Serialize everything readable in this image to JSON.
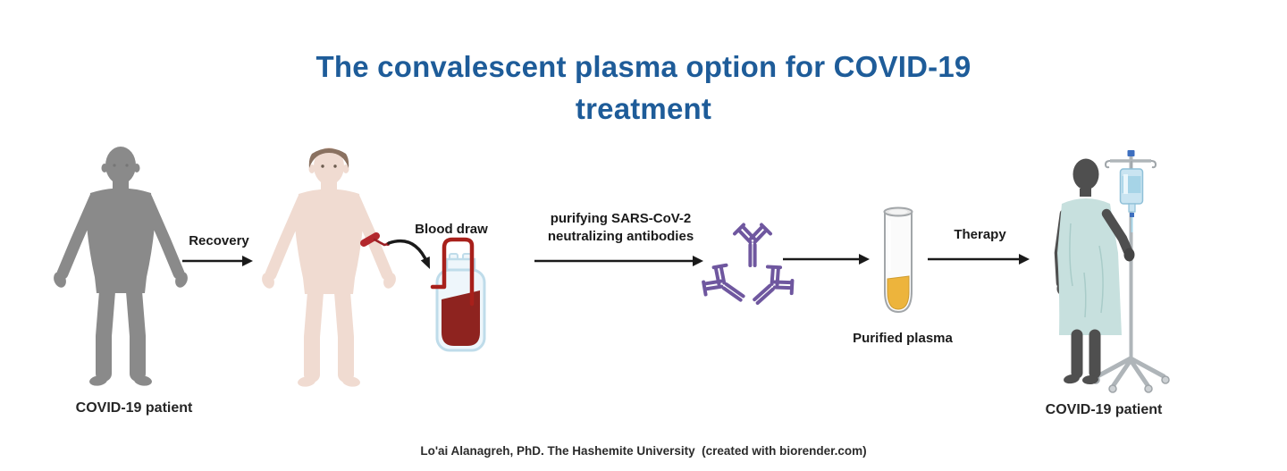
{
  "title": {
    "line1": "The convalescent plasma option for COVID-19",
    "line2": "treatment"
  },
  "steps": {
    "recovery_label": "Recovery",
    "blood_draw_label": "Blood draw",
    "purify_label_line1": "purifying SARS-CoV-2",
    "purify_label_line2": "neutralizing antibodies",
    "purified_plasma_label": "Purified plasma",
    "therapy_label": "Therapy"
  },
  "figures": {
    "sick_patient_label": "COVID-19 patient",
    "treated_patient_label": "COVID-19 patient"
  },
  "footer": {
    "credit": "Lo'ai Alanagreh, PhD. The Hashemite University  (created with biorender.com)"
  },
  "colors": {
    "title_blue": "#1E5C99",
    "arrow_black": "#1A1A1A",
    "sick_silhouette_gray": "#8A8A8A",
    "skin": "#F0DBD1",
    "hair_brown": "#8A7160",
    "blood_red": "#8E231F",
    "tube_red": "#A8201B",
    "bottle_outline_blue": "#BFDCEA",
    "antibody_purple": "#6F579F",
    "plasma_yellow": "#EDB43C",
    "gown_teal": "#C7E0DE",
    "treated_silhouette_dark": "#4F4F4F",
    "iv_pole_gray": "#AFB5B9",
    "iv_bag_blue": "#C9E4F1"
  }
}
